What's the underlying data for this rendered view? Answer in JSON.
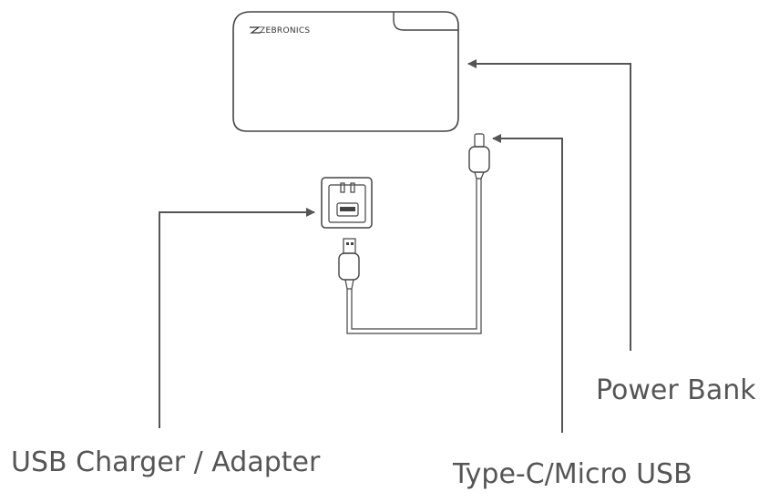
{
  "brand": "ZEBRONICS",
  "labels": {
    "power_bank": "Power Bank",
    "cable": "Type-C/Micro USB",
    "charger": "USB Charger / Adapter"
  },
  "colors": {
    "line": "#555555",
    "outline": "#444444",
    "text": "#555555"
  }
}
